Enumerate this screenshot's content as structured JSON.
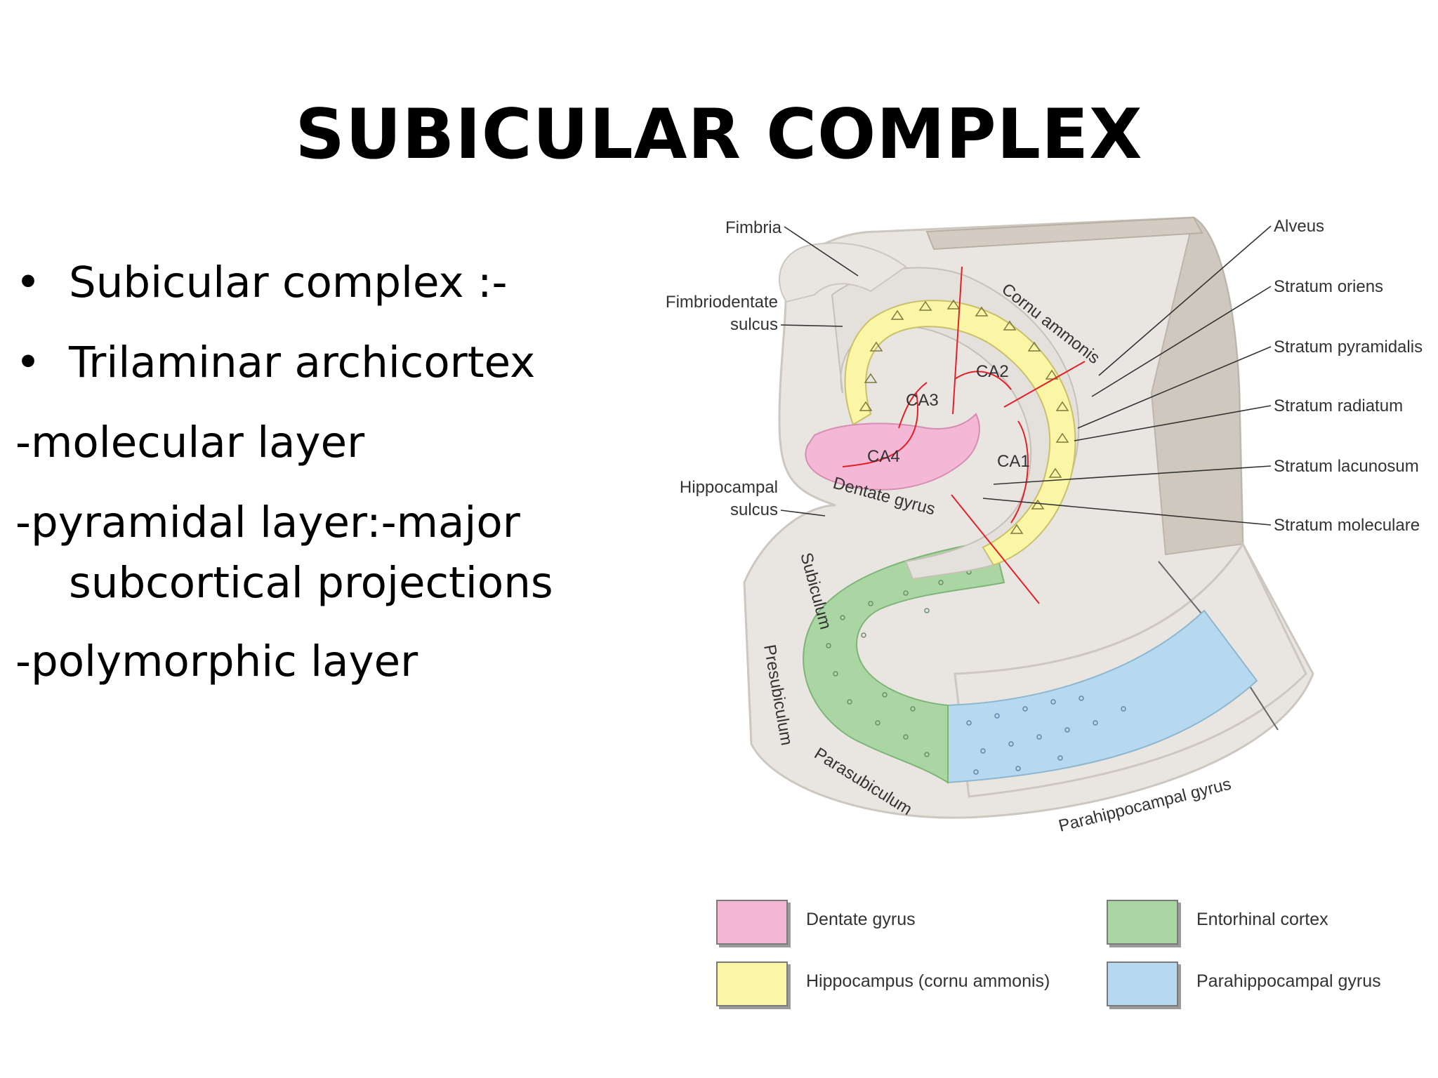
{
  "title": "SUBICULAR COMPLEX",
  "content": {
    "bullets": [
      "Subicular complex :-",
      "Trilaminar archicortex"
    ],
    "layers": [
      "-molecular layer",
      "-pyramidal layer:-major",
      "subcortical projections",
      "-polymorphic layer"
    ]
  },
  "diagram": {
    "labels_left": {
      "fimbria": "Fimbria",
      "fimbriodentate_1": "Fimbriodentate",
      "fimbriodentate_2": "sulcus",
      "hippocampal_1": "Hippocampal",
      "hippocampal_2": "sulcus"
    },
    "labels_right": [
      "Alveus",
      "Stratum oriens",
      "Stratum pyramidalis",
      "Stratum radiatum",
      "Stratum lacunosum",
      "Stratum moleculare"
    ],
    "regions": {
      "cornu_ammonis": "Cornu ammonis",
      "ca1": "CA1",
      "ca2": "CA2",
      "ca3": "CA3",
      "ca4": "CA4",
      "dentate_gyrus": "Dentate gyrus",
      "subiculum": "Subiculum",
      "presubiculum": "Presubiculum",
      "parasubiculum": "Parasubiculum",
      "parahippocampal_gyrus": "Parahippocampal gyrus"
    },
    "colors": {
      "dentate": "#f4b8d6",
      "hippocampus": "#fbf5a6",
      "entorhinal": "#a9d6a2",
      "parahippocampal": "#b6d9ef",
      "tissue": "#e9e5e1",
      "edge": "#cdc7bf",
      "red_line": "#e2202a"
    }
  },
  "legend": [
    {
      "label": "Dentate gyrus",
      "color": "#f4b8d6"
    },
    {
      "label": "Hippocampus (cornu ammonis)",
      "color": "#fbf5a6"
    },
    {
      "label": "Entorhinal cortex",
      "color": "#a9d6a2"
    },
    {
      "label": "Parahippocampal gyrus",
      "color": "#b6d9ef"
    }
  ]
}
